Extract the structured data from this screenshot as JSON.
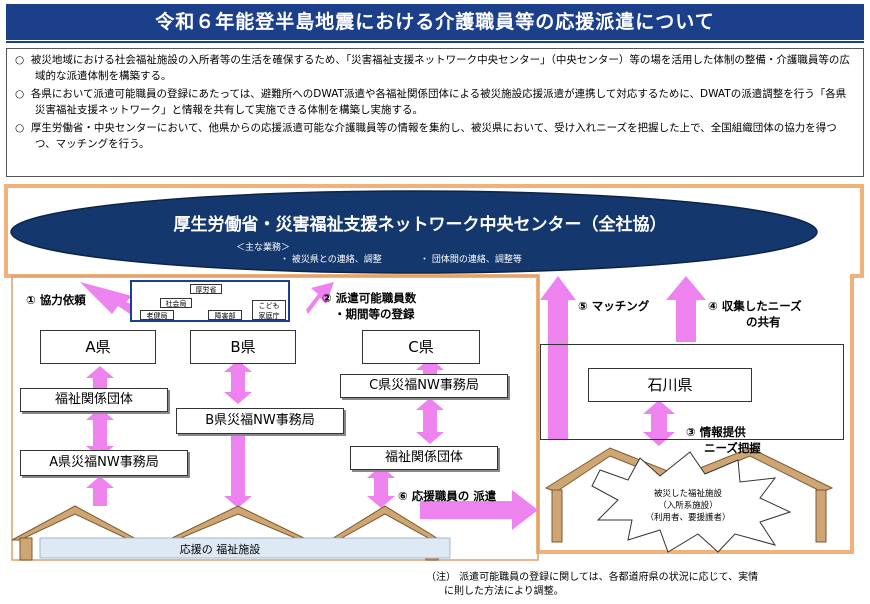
{
  "title": "令和６年能登半島地震における介護職員等の応援派遣について",
  "intro": [
    {
      "bullet": "○",
      "text": "被災地域における社会福祉施設の入所者等の生活を確保するため、「災害福祉支援ネットワーク中央センター」（中央センター）等の場を活用した体制の整備・介護職員等の広域的な派遣体制を構築する。"
    },
    {
      "bullet": "○",
      "text": "各県において派遣可能職員の登録にあたっては、避難所へのDWAT派遣や各福祉関係団体による被災施設応援派遣が連携して対応するために、DWATの派遣調整を行う「各県災害福祉支援ネットワーク」と情報を共有して実施できる体制を構築し実施する。"
    },
    {
      "bullet": "○",
      "text": "厚生労働省・中央センターにおいて、他県からの応援派遣可能な介護職員等の情報を集約し、被災県において、受け入れニーズを把握した上で、全国組織団体の協力を得つつ、マッチングを行う。"
    }
  ],
  "center": {
    "title": "厚生労働省・災害福祉支援ネットワーク中央センター（全社協）",
    "tasks_heading": "＜主な業務＞",
    "tasks": [
      "・ 被災県との連絡、調整",
      "・ 団体間の連絡、調整等"
    ]
  },
  "mhlw_org": {
    "top": "厚労省",
    "left_top": "社会局",
    "left_bottom": "老健局",
    "middle": "障害部",
    "right_top": "こども",
    "right_bottom": "家庭庁"
  },
  "prefectures": {
    "a": "A県",
    "b": "B県",
    "c": "C県",
    "ishikawa": "石川県"
  },
  "groups": {
    "a_welfare": "福祉関係団体",
    "a_nw": "A県災福NW事務局",
    "b_nw": "B県災福NW事務局",
    "c_nw": "C県災福NW事務局",
    "c_welfare": "福祉関係団体"
  },
  "steps": {
    "s1": "① 協力依頼",
    "s2_line1": "② 派遣可能職員数",
    "s2_line2": "・期間等の登録",
    "s3_line1": "③ 情報提供",
    "s3_line2": "ニーズ把握",
    "s4_line1": "④ 収集したニーズ",
    "s4_line2": "の共有",
    "s5": "⑤ マッチング",
    "s6": "⑥ 応援職員の 派遣"
  },
  "support_facility": "応援の 福祉施設",
  "affected_facility": [
    "被災した福祉施設",
    "（入所系施設）",
    "（利用者、要援護者）"
  ],
  "note_line1": "（注） 派遣可能職員の登録に関しては、各都道府県の状況に応じて、実情",
  "note_line2": "に則した方法により調整。",
  "colors": {
    "title_bg": "#1c3f8c",
    "ellipse_fill": "#14386e",
    "frame": "#f0b27a",
    "arrow": "#ee82ee",
    "house": "#cfa574",
    "facility_box": "#dde9f5"
  }
}
